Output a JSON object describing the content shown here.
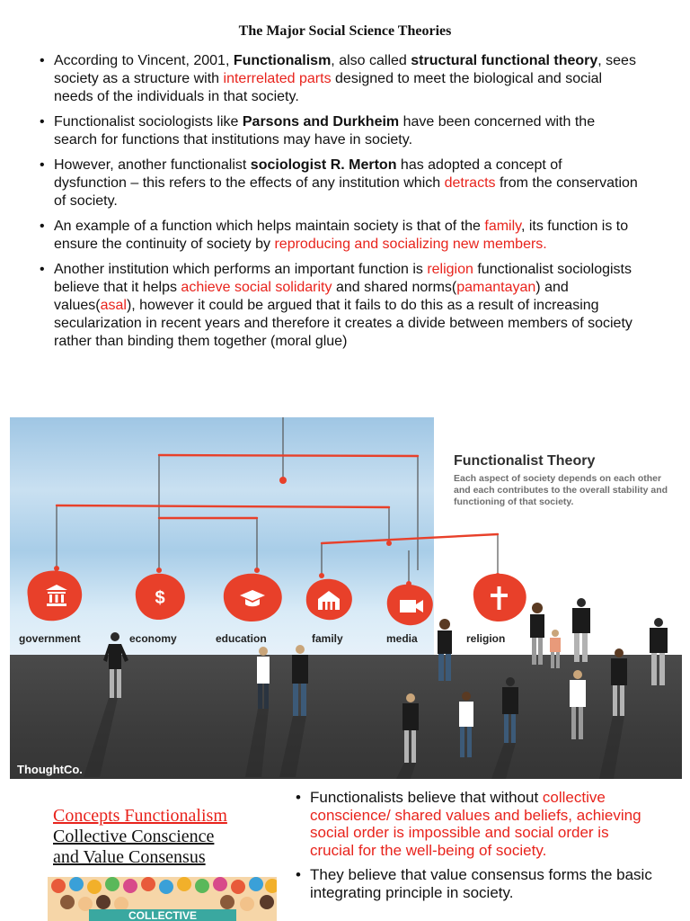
{
  "title": "The Major Social Science Theories",
  "bullets": [
    [
      {
        "t": "According to Vincent, 2001, "
      },
      {
        "t": "Functionalism",
        "b": true
      },
      {
        "t": ", also called "
      },
      {
        "t": "structural functional theory",
        "b": true
      },
      {
        "t": ", sees society as a structure with "
      },
      {
        "t": "interrelated parts",
        "r": true
      },
      {
        "t": " designed to meet the biological and social needs of the individuals in that society."
      }
    ],
    [
      {
        "t": "Functionalist sociologists like "
      },
      {
        "t": "Parsons and Durkheim",
        "b": true
      },
      {
        "t": " have been concerned with the search for functions that institutions may have in society."
      }
    ],
    [
      {
        "t": "However, another functionalist "
      },
      {
        "t": "sociologist R. Merton",
        "b": true
      },
      {
        "t": " has adopted a concept of dysfunction – this refers to the effects of any institution which "
      },
      {
        "t": "detracts",
        "r": true
      },
      {
        "t": " from the conservation of society."
      }
    ],
    [
      {
        "t": "An example of a function which helps maintain society is that of the "
      },
      {
        "t": "family",
        "r": true
      },
      {
        "t": ", its function is to ensure the continuity of society by "
      },
      {
        "t": "reproducing and socializing new members.",
        "r": true
      }
    ],
    [
      {
        "t": "Another institution which performs an important function is "
      },
      {
        "t": "religion",
        "r": true
      },
      {
        "t": " functionalist sociologists believe that it helps "
      },
      {
        "t": "achieve social solidarity",
        "r": true
      },
      {
        "t": " and shared norms("
      },
      {
        "t": "pamantayan",
        "r": true
      },
      {
        "t": ") and values("
      },
      {
        "t": "asal",
        "r": true
      },
      {
        "t": "), however it could be argued that it fails to do this as a result of increasing secularization in recent years and therefore it creates a divide between members of society rather than binding them together (moral glue)"
      }
    ]
  ],
  "infographic": {
    "title": "Functionalist Theory",
    "description": "Each aspect of society depends on each other and each contributes to the overall stability and functioning of that society.",
    "institutions": [
      {
        "label": "government",
        "icon": "bank-icon"
      },
      {
        "label": "economy",
        "icon": "dollar-icon"
      },
      {
        "label": "education",
        "icon": "graduation-cap-icon"
      },
      {
        "label": "family",
        "icon": "family-home-icon"
      },
      {
        "label": "media",
        "icon": "video-camera-icon"
      },
      {
        "label": "religion",
        "icon": "cross-icon"
      }
    ],
    "brand": "ThoughtCo.",
    "accent_color": "#e8402a"
  },
  "concepts": {
    "title": "Concepts Functionalism",
    "subtitle_line1": "Collective Conscience",
    "subtitle_line2": "and Value Consensus",
    "image_caption": "COLLECTIVE"
  },
  "bullets2": [
    [
      {
        "t": "Functionalists believe that without "
      },
      {
        "t": "collective conscience/ shared values and beliefs, achieving social order is impossible and social order is crucial for the well-being of society.",
        "r": true
      }
    ],
    [
      {
        "t": "They believe that value consensus forms the basic integrating principle in society."
      }
    ]
  ]
}
